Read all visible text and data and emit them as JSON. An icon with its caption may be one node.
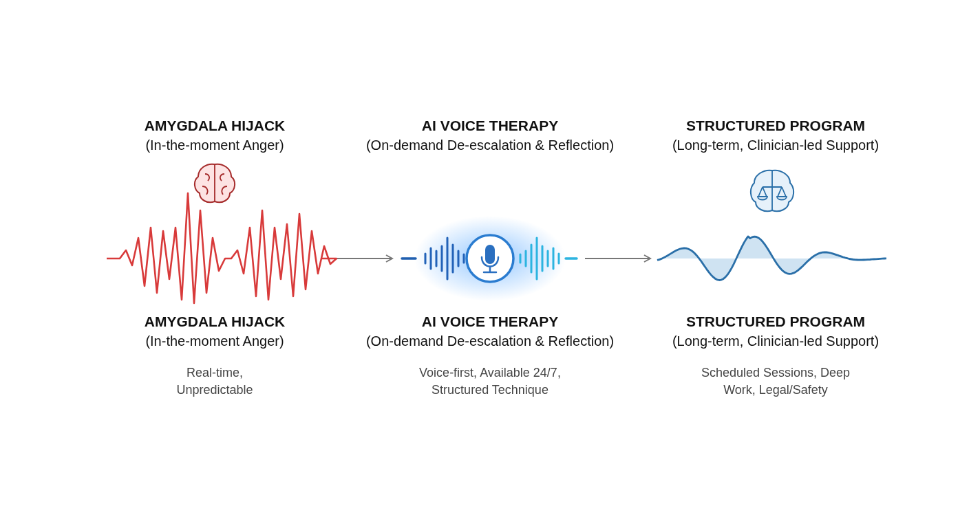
{
  "diagram": {
    "nodes": [
      {
        "text": [],
        "shape": "picture"
      },
      {
        "text": [],
        "shape": "picture"
      },
      {
        "text": [],
        "shape": "picture"
      }
    ],
    "edges": [
      {
        "from": 0,
        "to": 1,
        "arrow": "to"
      },
      {
        "from": 1,
        "to": 2,
        "arrow": "to"
      }
    ],
    "labels": [
      "AMYGDALA HIJACK",
      "AI VOICE THERAPY",
      "STRUCTURED PROGRAM",
      "(In-the-moment Anger)",
      "(On-demand De-escalation & Reflection)",
      "(Long-term, Clinician-led Support)",
      "AMYGDALA HIJACK",
      "AI VOICE THERAPY",
      "STRUCTURED PROGRAM",
      "(In-the-moment Anger)",
      "(On-demand De-escalation & Reflection)",
      "(Long-term, Clinician-led Support)",
      "Real-time, Unpredictable",
      "Voice-first, Available 24/7, Structured Technique",
      "Scheduled Sessions, Deep Work, Legal/Safety"
    ]
  }
}
